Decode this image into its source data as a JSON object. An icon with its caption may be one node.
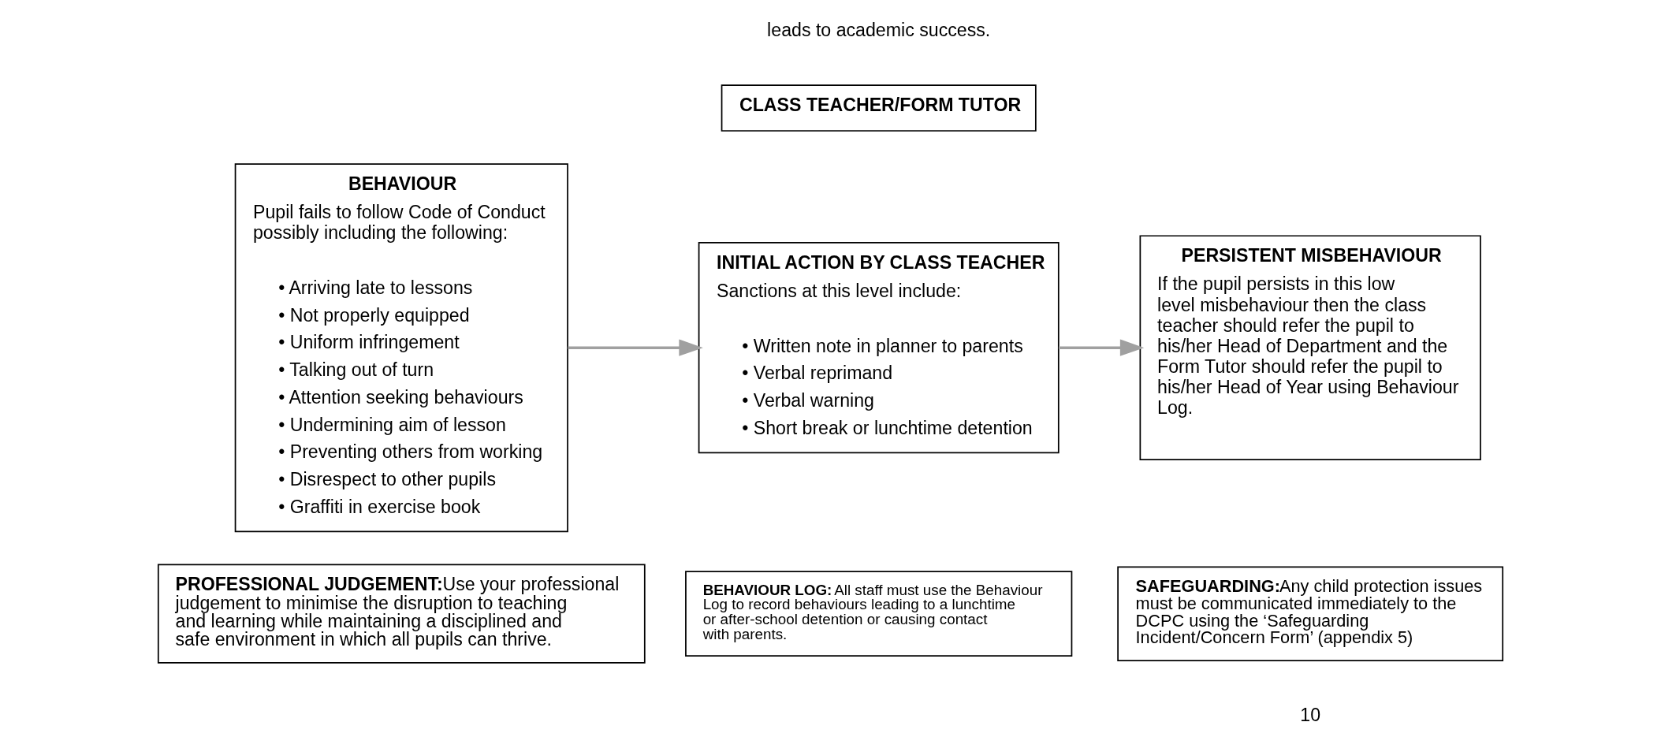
{
  "diagram": {
    "nodes": [
      {
        "text": [
          "CLASS TEACHER/FORM TUTOR"
        ]
      },
      {
        "text": [
          "BEHAVIOUR",
          "Pupil fails to follow Code of Conduct possibly including the following:",
          "• Arriving late to lessons",
          "• Not properly equipped",
          "• Uniform infringement",
          "• Talking out of turn",
          "• Attention seeking behaviours",
          "• Undermining aim of lesson",
          "• Preventing others from working",
          "• Disrespect to other pupils",
          "• Graffiti in exercise book"
        ]
      },
      {
        "text": [
          "INITIAL ACTION BY CLASS TEACHER",
          "Sanctions at this level include:",
          "• Written note in planner to parents",
          "• Verbal reprimand",
          "• Verbal warning",
          "• Short break or lunchtime detention"
        ]
      },
      {
        "text": [
          "PERSISTENT MISBEHAVIOUR",
          "If the pupil persists in this low level misbehaviour then the class teacher should refer the pupil to his/her Head of Department and the Form Tutor should refer the pupil to his/her Head of Year using Behaviour Log."
        ]
      },
      {
        "text": [
          "PROFESSIONAL JUDGEMENT:",
          "Use your professional judgement to minimise the disruption to teaching and learning while maintaining a disciplined and safe environment in which all pupils can thrive."
        ]
      },
      {
        "text": [
          "BEHAVIOUR LOG:",
          "All staff must use the Behaviour Log to record behaviours leading to a lunchtime or after-school detention or causing contact with parents."
        ]
      },
      {
        "text": [
          "SAFEGUARDING:",
          "Any child protection issues must be communicated immediately to the DCPC using the ‘Safeguarding Incident/Concern Form’ (appendix 5)"
        ]
      }
    ],
    "edges": [
      {
        "from": 1,
        "to": 2,
        "arrow": "to",
        "color": "#a0a0a0"
      },
      {
        "from": 2,
        "to": 3,
        "arrow": "to",
        "color": "#a0a0a0"
      }
    ],
    "labels": [
      "leads to academic success.",
      "10"
    ]
  }
}
